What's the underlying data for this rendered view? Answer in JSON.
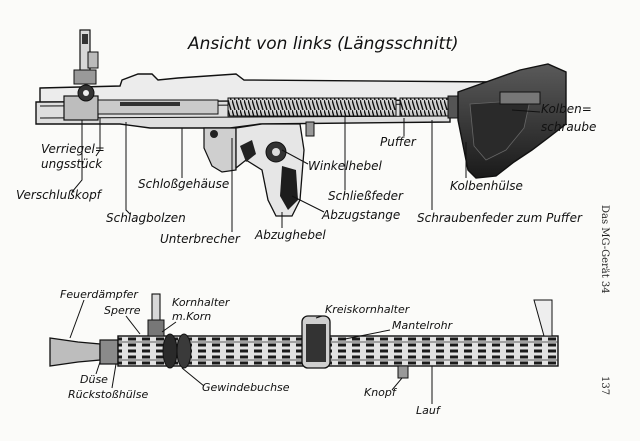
{
  "figure": {
    "title": "Ansicht von links (Längsschnitt)",
    "side_text": "Das MG-Gerät 34",
    "page_number": "137"
  },
  "upper_labels": {
    "verriegelungsstueck_1": "Verriegel=",
    "verriegelungsstueck_2": "ungsstück",
    "verschlusskopf": "Verschlußkopf",
    "schlagbolzen": "Schlagbolzen",
    "schlossgehaeuse": "Schloßgehäuse",
    "unterbrecher": "Unterbrecher",
    "abzughebel": "Abzughebel",
    "abzugstange": "Abzugstange",
    "winkelhebel": "Winkelhebel",
    "schliessfeder": "Schließfeder",
    "puffer": "Puffer",
    "kolbenschraube_1": "Kolben=",
    "kolbenschraube_2": "schraube",
    "kolbenhuelse": "Kolbenhülse",
    "schraubenfeder": "Schraubenfeder zum Puffer"
  },
  "lower_labels": {
    "feuerdaempfer": "Feuerdämpfer",
    "sperre": "Sperre",
    "kornhalter_1": "Kornhalter",
    "kornhalter_2": "m.Korn",
    "kreiskornhalter": "Kreiskornhalter",
    "mantelrohr": "Mantelrohr",
    "duese": "Düse",
    "rueckstosshuelse": "Rückstoßhülse",
    "gewindebuchse": "Gewindebuchse",
    "knopf": "Knopf",
    "lauf": "Lauf"
  }
}
